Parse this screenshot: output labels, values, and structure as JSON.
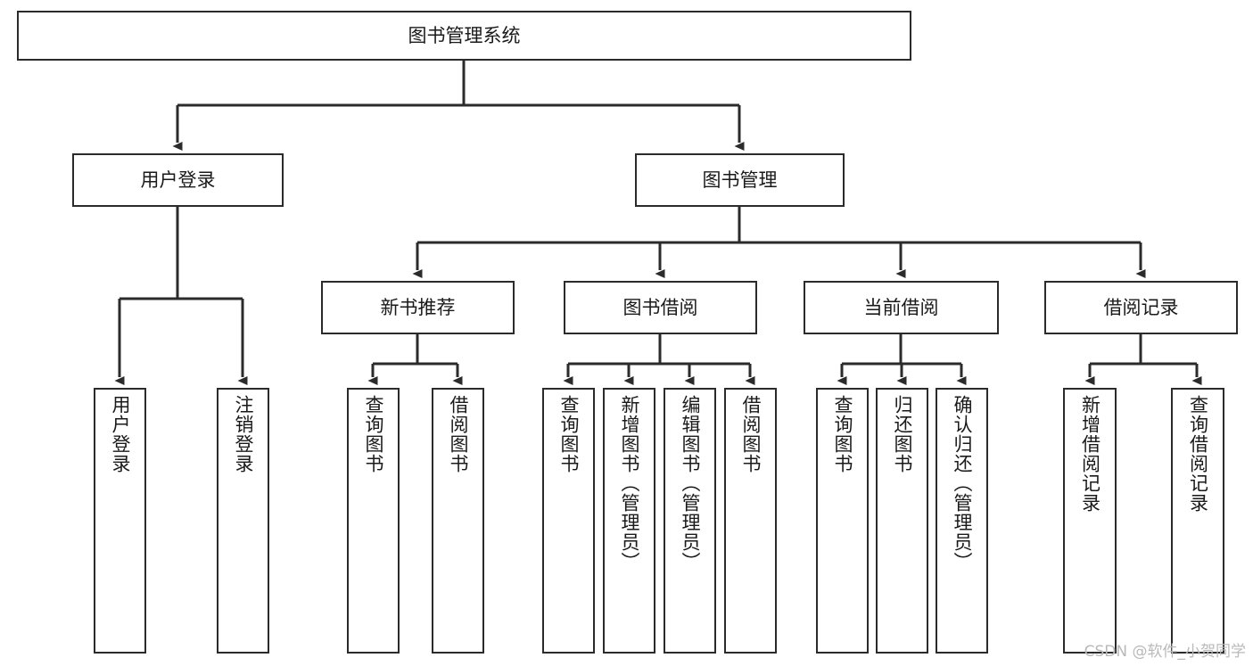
{
  "diagram": {
    "type": "tree-hierarchy-chart",
    "title_text": "图书管理系统",
    "watermark": "CSDN @软件_小贺同学",
    "colors": {
      "stroke": "#2b2b2b",
      "fill": "#ffffff",
      "text": "#1a1a1a",
      "watermark": "#b9b9b9"
    },
    "nodes": {
      "root": {
        "label": "图书管理系统"
      },
      "level2": [
        {
          "id": "user-login",
          "label": "用户登录"
        },
        {
          "id": "book-management",
          "label": "图书管理"
        }
      ],
      "level3": [
        {
          "id": "new-book-recommend",
          "label": "新书推荐"
        },
        {
          "id": "book-borrow",
          "label": "图书借阅"
        },
        {
          "id": "current-borrow",
          "label": "当前借阅"
        },
        {
          "id": "borrow-record",
          "label": "借阅记录"
        }
      ],
      "leaves": {
        "user_login": [
          {
            "id": "leaf-user-login",
            "label": "用户登录"
          },
          {
            "id": "leaf-logout-login",
            "label": "注销登录"
          }
        ],
        "new_book_recommend": [
          {
            "id": "leaf-query-book-1",
            "label": "查询图书"
          },
          {
            "id": "leaf-borrow-book-1",
            "label": "借阅图书"
          }
        ],
        "book_borrow": [
          {
            "id": "leaf-query-book-2",
            "label": "查询图书"
          },
          {
            "id": "leaf-add-book",
            "label": "新增图书（管理员）"
          },
          {
            "id": "leaf-edit-book",
            "label": "编辑图书（管理员）"
          },
          {
            "id": "leaf-borrow-book-2",
            "label": "借阅图书"
          }
        ],
        "current_borrow": [
          {
            "id": "leaf-query-book-3",
            "label": "查询图书"
          },
          {
            "id": "leaf-return-book",
            "label": "归还图书"
          },
          {
            "id": "leaf-confirm-return",
            "label": "确认归还（管理员）"
          }
        ],
        "borrow_record": [
          {
            "id": "leaf-add-borrow-record",
            "label": "新增借阅记录"
          },
          {
            "id": "leaf-query-borrow-record",
            "label": "查询借阅记录"
          }
        ]
      }
    }
  }
}
